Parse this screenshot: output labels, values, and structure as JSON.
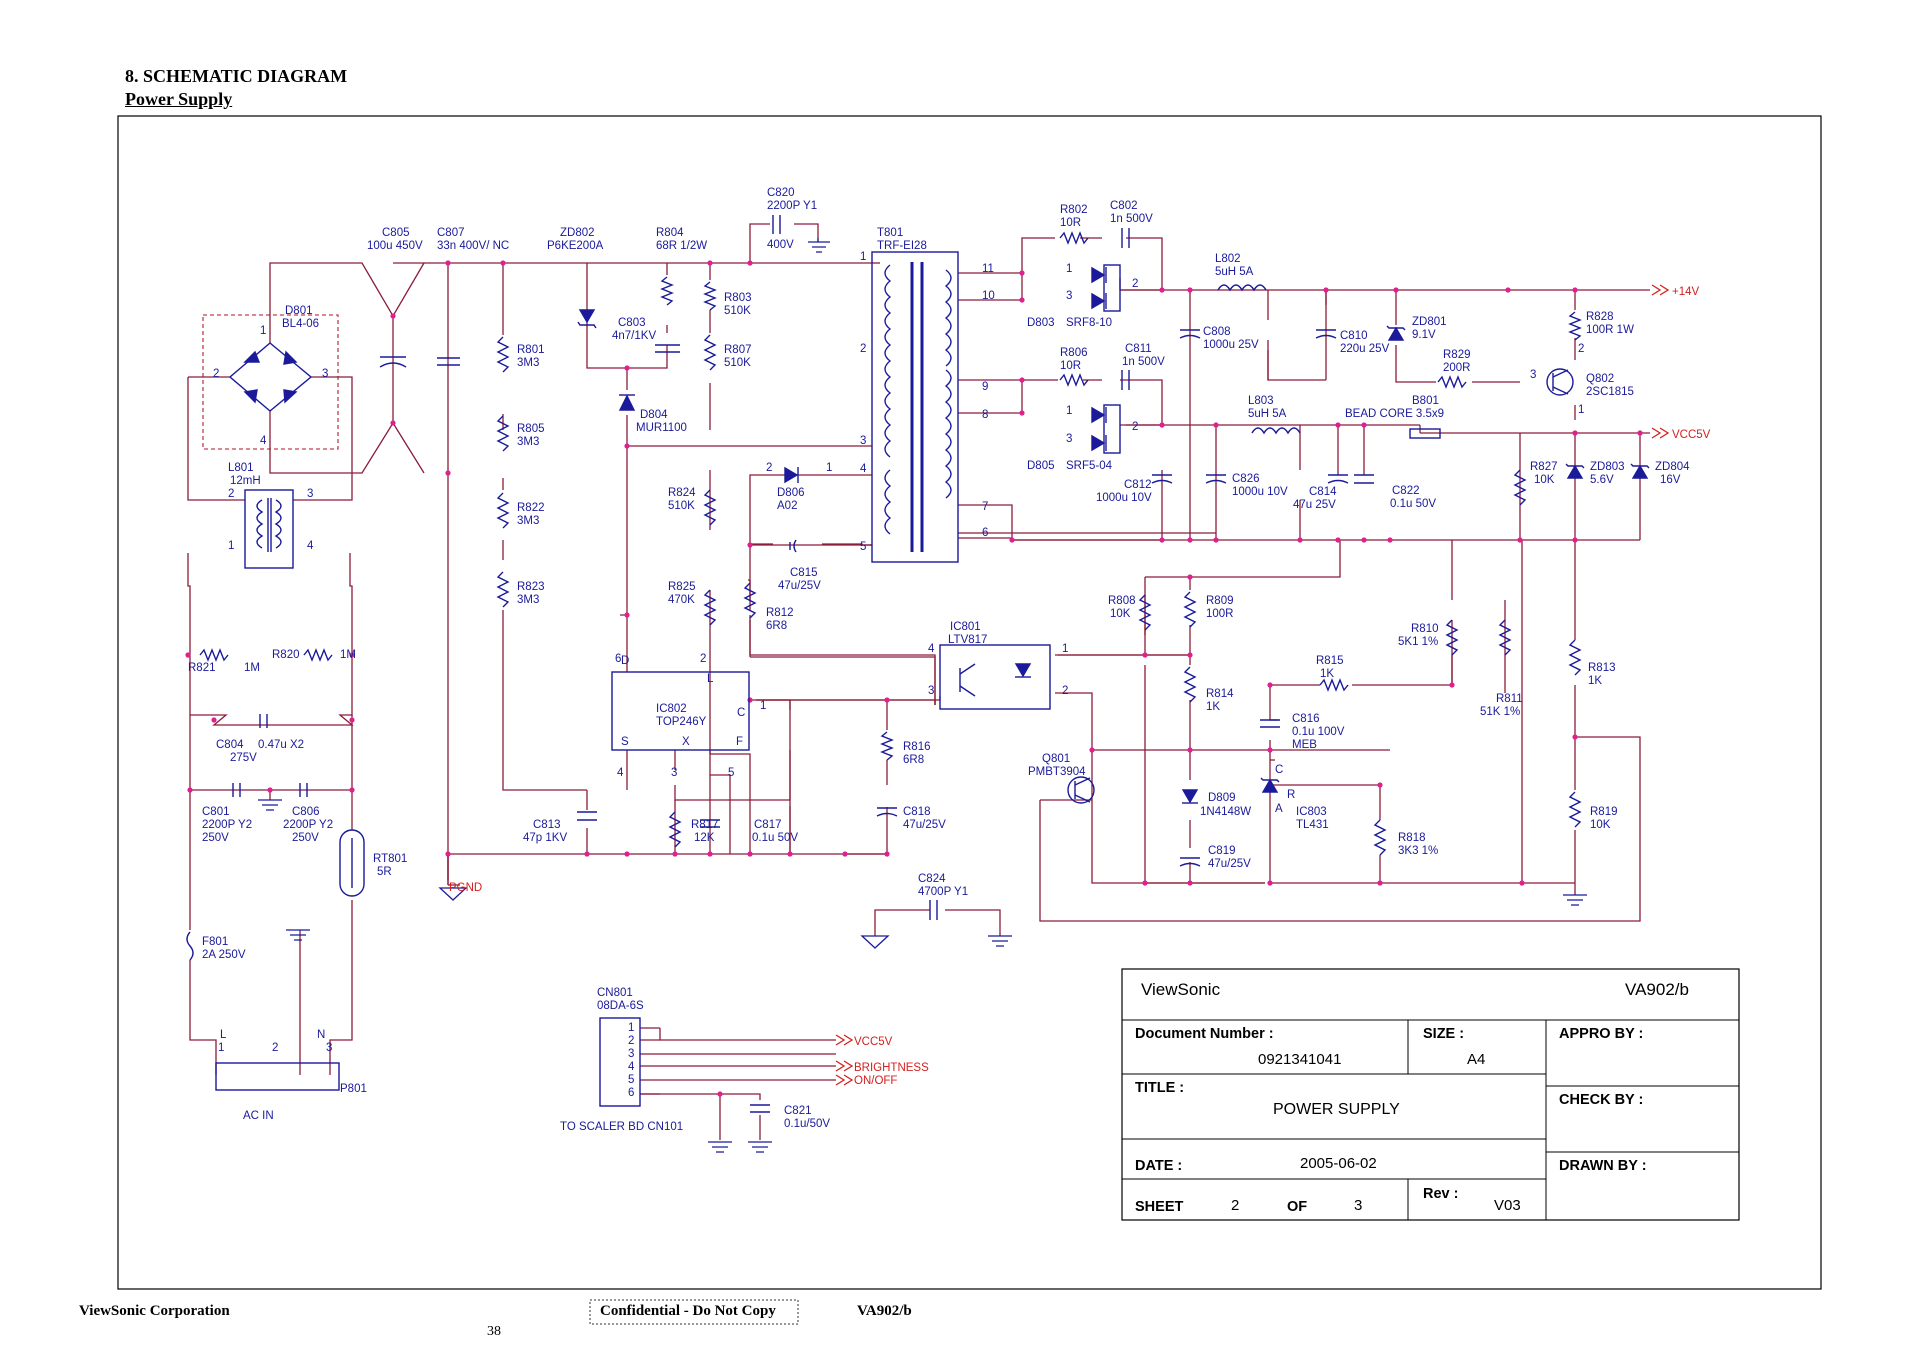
{
  "header": {
    "section_title": "8. SCHEMATIC DIAGRAM",
    "subtitle": "Power Supply"
  },
  "components": {
    "C805": [
      "C805",
      "100u 450V"
    ],
    "C807": [
      "C807",
      "33n 400V/ NC"
    ],
    "ZD802": [
      "ZD802",
      "P6KE200A"
    ],
    "R804": [
      "R804",
      "68R 1/2W"
    ],
    "C820": [
      "C820",
      "2200P Y1",
      "400V"
    ],
    "T801": [
      "T801",
      "TRF-EI28"
    ],
    "R802": [
      "R802",
      "10R"
    ],
    "C802": [
      "C802",
      "1n 500V"
    ],
    "D801": [
      "D801",
      "BL4-06"
    ],
    "C803": [
      "C803",
      "4n7/1KV"
    ],
    "R803": [
      "R803",
      "510K"
    ],
    "R807": [
      "R807",
      "510K"
    ],
    "R801": [
      "R801",
      "3M3"
    ],
    "R805": [
      "R805",
      "3M3"
    ],
    "R822": [
      "R822",
      "3M3"
    ],
    "R823": [
      "R823",
      "3M3"
    ],
    "D804": [
      "D804",
      "MUR1100"
    ],
    "D803": [
      "D803",
      "SRF8-10"
    ],
    "L802": [
      "L802",
      "5uH 5A"
    ],
    "C808": [
      "C808",
      "1000u 25V"
    ],
    "C810": [
      "C810",
      "220u 25V"
    ],
    "ZD801": [
      "ZD801",
      "9.1V"
    ],
    "R828": [
      "R828",
      "100R 1W"
    ],
    "R829": [
      "R829",
      "200R"
    ],
    "Q802": [
      "Q802",
      "2SC1815"
    ],
    "R806": [
      "R806",
      "10R"
    ],
    "C811": [
      "C811",
      "1n 500V"
    ],
    "L803": [
      "L803",
      "5uH 5A"
    ],
    "B801": [
      "B801",
      "BEAD CORE 3.5x9"
    ],
    "D805": [
      "D805",
      "SRF5-04"
    ],
    "C812": [
      "C812",
      "1000u 10V"
    ],
    "C826": [
      "C826",
      "1000u 10V"
    ],
    "C814": [
      "C814",
      "47u 25V"
    ],
    "C822": [
      "C822",
      "0.1u 50V"
    ],
    "R827": [
      "R827",
      "10K"
    ],
    "ZD803": [
      "ZD803",
      "5.6V"
    ],
    "ZD804": [
      "ZD804",
      "16V"
    ],
    "L801": [
      "L801",
      "12mH"
    ],
    "R824": [
      "R824",
      "510K"
    ],
    "D806": [
      "D806",
      "A02"
    ],
    "C815": [
      "C815",
      "47u/25V"
    ],
    "R825": [
      "R825",
      "470K"
    ],
    "R812": [
      "R812",
      "6R8"
    ],
    "R808": [
      "R808",
      "10K"
    ],
    "R809": [
      "R809",
      "100R"
    ],
    "R810": [
      "R810",
      "5K1 1%"
    ],
    "IC801": [
      "IC801",
      "LTV817"
    ],
    "R821": [
      "R821",
      "1M"
    ],
    "R820": [
      "R820",
      "1M"
    ],
    "IC802": [
      "IC802",
      "TOP246Y"
    ],
    "R815": [
      "R815",
      "1K"
    ],
    "R811": [
      "R811",
      "51K 1%"
    ],
    "R813": [
      "R813",
      "1K"
    ],
    "R814": [
      "R814",
      "1K"
    ],
    "C804": [
      "C804",
      "0.47u X2",
      "275V"
    ],
    "R816": [
      "R816",
      "6R8"
    ],
    "C816": [
      "C816",
      "0.1u 100V",
      "MEB"
    ],
    "Q801": [
      "Q801",
      "PMBT3904"
    ],
    "C801": [
      "C801",
      "2200P Y2",
      "250V"
    ],
    "C806": [
      "C806",
      "2200P Y2",
      "250V"
    ],
    "D809": [
      "D809",
      "1N4148W"
    ],
    "IC803": [
      "IC803",
      "TL431"
    ],
    "R819": [
      "R819",
      "10K"
    ],
    "C818": [
      "C818",
      "47u/25V"
    ],
    "C813": [
      "C813",
      "47p 1KV"
    ],
    "R817": [
      "R817",
      "12K"
    ],
    "C817": [
      "C817",
      "0.1u 50V"
    ],
    "R818": [
      "R818",
      "3K3 1%"
    ],
    "C819": [
      "C819",
      "47u/25V"
    ],
    "RT801": [
      "RT801",
      "5R"
    ],
    "C824": [
      "C824",
      "4700P Y1"
    ],
    "F801": [
      "F801",
      "2A 250V"
    ],
    "CN801": [
      "CN801",
      "08DA-6S"
    ],
    "C821": [
      "C821",
      "0.1u/50V"
    ],
    "P801": [
      "P801"
    ]
  },
  "nets": {
    "v14": "+14V",
    "vcc5v": "VCC5V",
    "pgnd": "PGND",
    "cn_vcc5v": "VCC5V",
    "brightness": "BRIGHTNESS",
    "onoff": "ON/OFF",
    "scaler": "TO SCALER BD CN101",
    "acin": "AC IN"
  },
  "pins": {
    "ic802": [
      "D",
      "L",
      "C",
      "S",
      "X",
      "F",
      "6",
      "2",
      "1",
      "4",
      "3",
      "5"
    ],
    "cn801": [
      "1",
      "2",
      "3",
      "4",
      "5",
      "6"
    ],
    "p801": [
      "L",
      "1",
      "2",
      "N",
      "3"
    ],
    "ic803": [
      "C",
      "R",
      "A"
    ],
    "t801": [
      "1",
      "2",
      "3",
      "4",
      "5",
      "11",
      "10",
      "9",
      "8",
      "7",
      "6"
    ],
    "misc": [
      "1",
      "2",
      "3",
      "4"
    ]
  },
  "title_block": {
    "company": "ViewSonic",
    "model": "VA902/b",
    "doc_number_label": "Document Number :",
    "doc_number": "0921341041",
    "size_label": "SIZE :",
    "size": "A4",
    "appro_label": "APPRO BY :",
    "title_label": "TITLE :",
    "title": "POWER SUPPLY",
    "check_label": "CHECK BY :",
    "date_label": "DATE :",
    "date": "2005-06-02",
    "drawn_label": "DRAWN BY :",
    "sheet_label": "SHEET",
    "sheet": "2",
    "of_label": "OF",
    "of": "3",
    "rev_label": "Rev :",
    "rev": "V03"
  },
  "footer": {
    "company": "ViewSonic Corporation",
    "page": "38",
    "confidential": "Confidential - Do Not Copy",
    "model": "VA902/b"
  },
  "colors": {
    "wire": "#8b1c3a",
    "component": "#1a1a9a",
    "junction": "#e0208f",
    "net_label": "#d42020"
  }
}
